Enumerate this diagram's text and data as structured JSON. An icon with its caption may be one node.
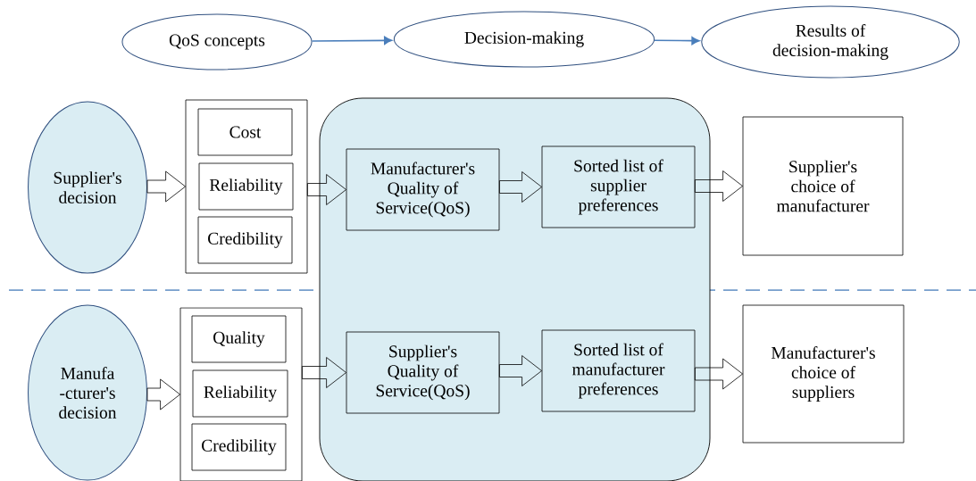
{
  "diagram": {
    "nodes": [
      {
        "text": [
          "QoS concepts"
        ]
      },
      {
        "text": [
          "Decision-making"
        ]
      },
      {
        "text": [
          "Results of decision-making"
        ]
      },
      {
        "text": [
          "Supplier's decision"
        ]
      },
      {
        "text": [],
        "shape": "box"
      },
      {
        "text": [
          "Cost"
        ],
        "in": 4
      },
      {
        "text": [
          "Reliability"
        ],
        "in": 4
      },
      {
        "text": [
          "Credibility"
        ],
        "in": 4
      },
      {
        "text": [],
        "shape": "box"
      },
      {
        "text": [
          "Manufacturer's Quality of Service(QoS)"
        ],
        "in": 8
      },
      {
        "text": [
          "Sorted list of supplier preferences"
        ],
        "in": 8
      },
      {
        "text": [
          "Supplier's choice of manufacturer"
        ]
      },
      {
        "text": [
          "Manufa -cturer's decision"
        ]
      },
      {
        "text": [],
        "shape": "box"
      },
      {
        "text": [
          "Quality"
        ],
        "in": 13
      },
      {
        "text": [
          "Reliability"
        ],
        "in": 13
      },
      {
        "text": [
          "Credibility"
        ],
        "in": 13
      },
      {
        "text": [
          "Supplier's Quality of Service(QoS)"
        ],
        "in": 8
      },
      {
        "text": [
          "Sorted list of manufacturer preferences"
        ],
        "in": 8
      },
      {
        "text": [
          "Manufacturer's choice of suppliers"
        ]
      }
    ],
    "edges": [
      {
        "from": 0,
        "to": 1,
        "arrow": "to",
        "color": "#4a7ebb"
      },
      {
        "from": 1,
        "to": 2,
        "arrow": "to",
        "color": "#4a7ebb"
      },
      {
        "from": 3,
        "to": 4,
        "arrow": "to"
      },
      {
        "from": 4,
        "to": 9,
        "arrow": "to"
      },
      {
        "from": 9,
        "to": 10,
        "arrow": "to"
      },
      {
        "from": 10,
        "to": 11,
        "arrow": "to"
      },
      {
        "from": 12,
        "to": 13,
        "arrow": "to"
      },
      {
        "from": 13,
        "to": 17,
        "arrow": "to"
      },
      {
        "from": 17,
        "to": 18,
        "arrow": "to"
      },
      {
        "from": 18,
        "to": 19,
        "arrow": "to"
      }
    ]
  }
}
